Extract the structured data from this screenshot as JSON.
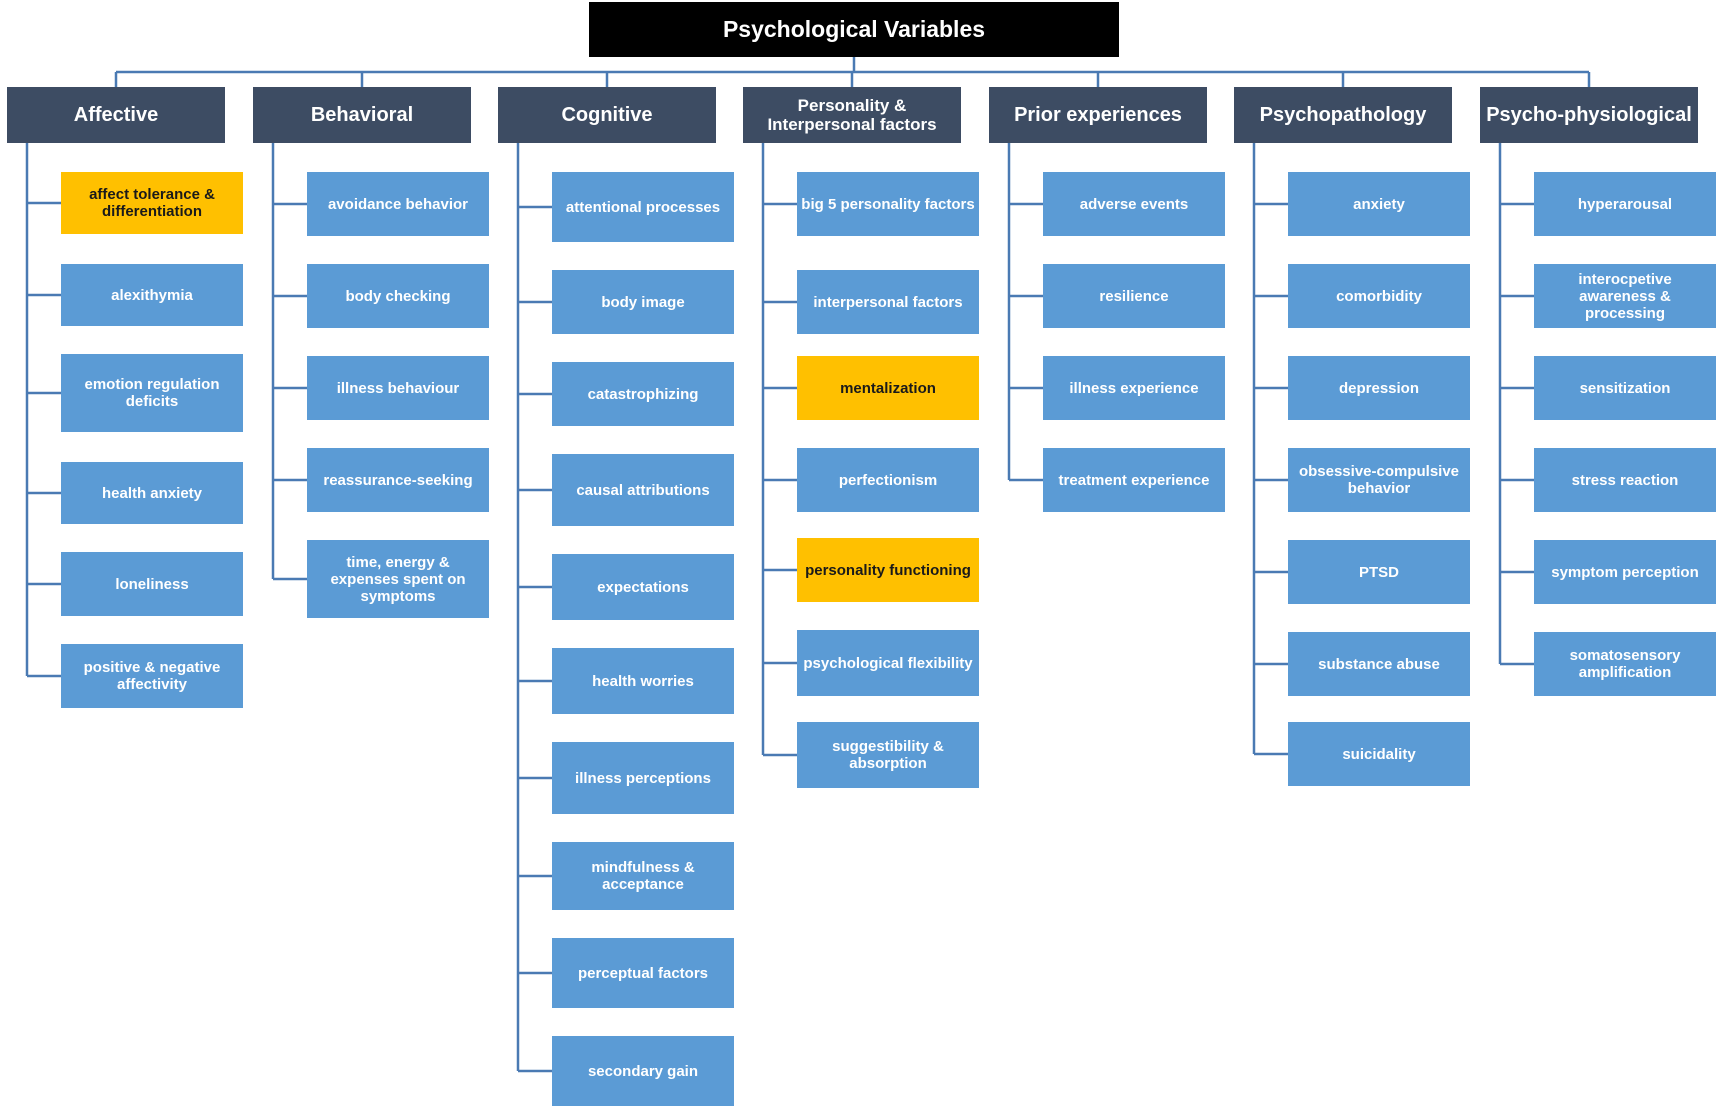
{
  "colors": {
    "root": "#000000",
    "category": "#3d4c63",
    "item": "#5b9bd5",
    "highlight": "#ffc000",
    "line": "#4a7ab3"
  },
  "root": {
    "label": "Psychological  Variables"
  },
  "categories": [
    {
      "label": "Affective",
      "items": [
        {
          "label": "affect tolerance & differentiation",
          "highlight": true
        },
        {
          "label": "alexithymia"
        },
        {
          "label": "emotion regulation deficits"
        },
        {
          "label": "health anxiety"
        },
        {
          "label": "loneliness"
        },
        {
          "label": "positive & negative affectivity"
        }
      ]
    },
    {
      "label": "Behavioral",
      "items": [
        {
          "label": "avoidance behavior"
        },
        {
          "label": "body checking"
        },
        {
          "label": "illness behaviour"
        },
        {
          "label": "reassurance-seeking"
        },
        {
          "label": "time, energy & expenses spent on symptoms"
        }
      ]
    },
    {
      "label": "Cognitive",
      "items": [
        {
          "label": "attentional processes"
        },
        {
          "label": "body image"
        },
        {
          "label": "catastrophizing"
        },
        {
          "label": "causal attributions"
        },
        {
          "label": "expectations"
        },
        {
          "label": "health worries"
        },
        {
          "label": "illness perceptions"
        },
        {
          "label": "mindfulness & acceptance"
        },
        {
          "label": "perceptual factors"
        },
        {
          "label": "secondary gain"
        }
      ]
    },
    {
      "label": "Personality & Interpersonal factors",
      "items": [
        {
          "label": "big 5 personality factors"
        },
        {
          "label": "interpersonal factors"
        },
        {
          "label": "mentalization",
          "highlight": true
        },
        {
          "label": "perfectionism"
        },
        {
          "label": "personality functioning",
          "highlight": true
        },
        {
          "label": "psychological flexibility"
        },
        {
          "label": "suggestibility & absorption"
        }
      ]
    },
    {
      "label": "Prior experiences",
      "items": [
        {
          "label": "adverse events"
        },
        {
          "label": "resilience"
        },
        {
          "label": "illness experience"
        },
        {
          "label": "treatment experience"
        }
      ]
    },
    {
      "label": "Psychopathology",
      "items": [
        {
          "label": "anxiety"
        },
        {
          "label": "comorbidity"
        },
        {
          "label": "depression"
        },
        {
          "label": "obsessive-compulsive behavior"
        },
        {
          "label": "PTSD"
        },
        {
          "label": "substance  abuse"
        },
        {
          "label": "suicidality"
        }
      ]
    },
    {
      "label": "Psycho-physiological",
      "items": [
        {
          "label": "hyperarousal"
        },
        {
          "label": "interocpetive awareness & processing"
        },
        {
          "label": "sensitization"
        },
        {
          "label": "stress reaction"
        },
        {
          "label": "symptom perception"
        },
        {
          "label": "somatosensory amplification"
        }
      ]
    }
  ]
}
